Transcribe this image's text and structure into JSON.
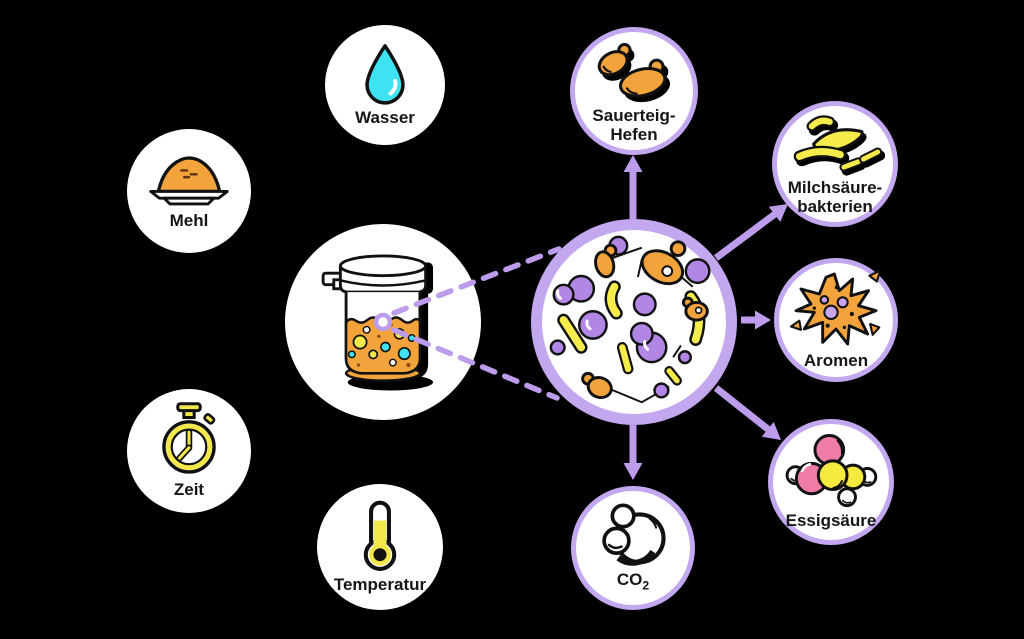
{
  "diagram": {
    "description_visible_text_only": true,
    "colors": {
      "background": "#000000",
      "circle_ring_purple": "#c3a7ef",
      "arrow_purple": "#bd9cec",
      "microbe_purple": "#b286e5",
      "orange": "#f2a33c",
      "yellow": "#f5ec4b",
      "cyan": "#3fe2f0",
      "pink": "#ee7ba8",
      "outline": "#111111",
      "circle_fill": "#ffffff"
    },
    "nodes": {
      "wasser": {
        "label": "Wasser",
        "icon": "water-drop-icon"
      },
      "mehl": {
        "label": "Mehl",
        "icon": "flour-pile-icon"
      },
      "zeit": {
        "label": "Zeit",
        "icon": "stopwatch-icon"
      },
      "temperatur": {
        "label": "Temperatur",
        "icon": "thermometer-icon"
      },
      "starter_jar": {
        "icon": "sourdough-jar-icon"
      },
      "microbes_lens": {
        "icon": "microbes-magnified-icon"
      },
      "hefen": {
        "label_lines": [
          "Sauerteig-",
          "Hefen"
        ],
        "icon": "yeast-cells-icon"
      },
      "milchsaeure": {
        "label_lines": [
          "Milchsäure-",
          "bakterien"
        ],
        "icon": "bacteria-rods-icon"
      },
      "aromen": {
        "label": "Aromen",
        "icon": "aroma-burst-icon"
      },
      "essigsaeure": {
        "label": "Essigsäure",
        "icon": "acetic-acid-molecule-icon"
      },
      "co2": {
        "label_main": "CO",
        "label_sub": "2",
        "icon": "co2-bubbles-icon"
      }
    },
    "connections": [
      "starter_jar -(dashed zoom lines)-> microbes_lens",
      "microbes_lens -> hefen",
      "microbes_lens -> milchsaeure",
      "microbes_lens -> aromen",
      "microbes_lens -> essigsaeure",
      "microbes_lens -> co2"
    ]
  }
}
